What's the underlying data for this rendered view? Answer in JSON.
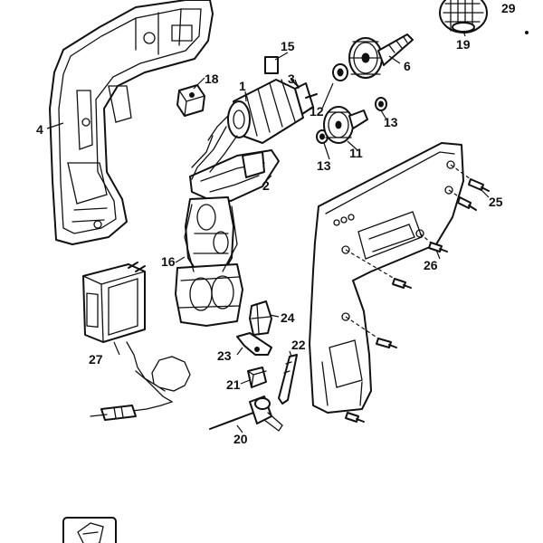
{
  "parts": [
    {
      "key": "p1",
      "label": "1"
    },
    {
      "key": "p2",
      "label": "2"
    },
    {
      "key": "p3",
      "label": "3"
    },
    {
      "key": "p4",
      "label": "4"
    },
    {
      "key": "p6",
      "label": "6"
    },
    {
      "key": "p11",
      "label": "11"
    },
    {
      "key": "p12",
      "label": "12"
    },
    {
      "key": "p13a",
      "label": "13"
    },
    {
      "key": "p13b",
      "label": "13"
    },
    {
      "key": "p15",
      "label": "15"
    },
    {
      "key": "p16",
      "label": "16"
    },
    {
      "key": "p18",
      "label": "18"
    },
    {
      "key": "p19",
      "label": "19"
    },
    {
      "key": "p20",
      "label": "20"
    },
    {
      "key": "p21",
      "label": "21"
    },
    {
      "key": "p22",
      "label": "22"
    },
    {
      "key": "p23",
      "label": "23"
    },
    {
      "key": "p24",
      "label": "24"
    },
    {
      "key": "p25",
      "label": "25"
    },
    {
      "key": "p26",
      "label": "26"
    },
    {
      "key": "p27",
      "label": "27"
    },
    {
      "key": "p29",
      "label": "29"
    }
  ]
}
